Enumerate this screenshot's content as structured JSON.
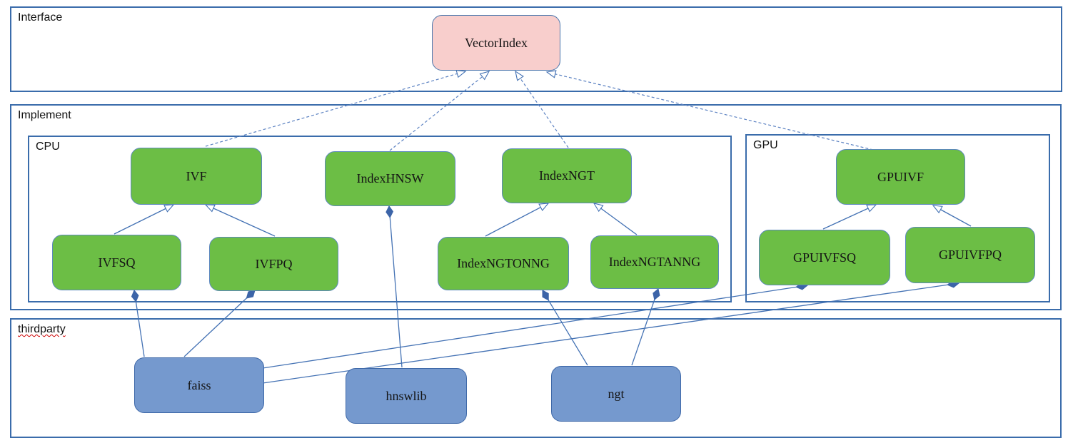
{
  "diagram": {
    "containers": {
      "interface": {
        "label": "Interface"
      },
      "implement": {
        "label": "Implement"
      },
      "cpu": {
        "label": "CPU"
      },
      "gpu": {
        "label": "GPU"
      },
      "thirdparty": {
        "label": "thirdparty"
      }
    },
    "nodes": {
      "vector_index": {
        "label": "VectorIndex"
      },
      "ivf": {
        "label": "IVF"
      },
      "index_hnsw": {
        "label": "IndexHNSW"
      },
      "index_ngt": {
        "label": "IndexNGT"
      },
      "gpuivf": {
        "label": "GPUIVF"
      },
      "ivfsq": {
        "label": "IVFSQ"
      },
      "ivfpq": {
        "label": "IVFPQ"
      },
      "index_ngtonng": {
        "label": "IndexNGTONNG"
      },
      "index_ngtanng": {
        "label": "IndexNGTANNG"
      },
      "gpuivfsq": {
        "label": "GPUIVFSQ"
      },
      "gpuivfpq": {
        "label": "GPUIVFPQ"
      },
      "faiss": {
        "label": "faiss"
      },
      "hnswlib": {
        "label": "hnswlib"
      },
      "ngt": {
        "label": "ngt"
      }
    },
    "edges": {
      "realization": [
        {
          "from": "IVF",
          "to": "VectorIndex",
          "style": "dashed-hollow-arrow"
        },
        {
          "from": "IndexHNSW",
          "to": "VectorIndex",
          "style": "dashed-hollow-arrow"
        },
        {
          "from": "IndexNGT",
          "to": "VectorIndex",
          "style": "dashed-hollow-arrow"
        },
        {
          "from": "GPUIVF",
          "to": "VectorIndex",
          "style": "dashed-hollow-arrow"
        }
      ],
      "generalization": [
        {
          "from": "IVFSQ",
          "to": "IVF",
          "style": "solid-hollow-arrow"
        },
        {
          "from": "IVFPQ",
          "to": "IVF",
          "style": "solid-hollow-arrow"
        },
        {
          "from": "IndexNGTONNG",
          "to": "IndexNGT",
          "style": "solid-hollow-arrow"
        },
        {
          "from": "IndexNGTANNG",
          "to": "IndexNGT",
          "style": "solid-hollow-arrow"
        },
        {
          "from": "GPUIVFSQ",
          "to": "GPUIVF",
          "style": "solid-hollow-arrow"
        },
        {
          "from": "GPUIVFPQ",
          "to": "GPUIVF",
          "style": "solid-hollow-arrow"
        }
      ],
      "composition": [
        {
          "from": "faiss",
          "to": "IVFSQ",
          "style": "solid-filled-diamond"
        },
        {
          "from": "faiss",
          "to": "IVFPQ",
          "style": "solid-filled-diamond"
        },
        {
          "from": "faiss",
          "to": "GPUIVFSQ",
          "style": "solid-filled-diamond"
        },
        {
          "from": "faiss",
          "to": "GPUIVFPQ",
          "style": "solid-filled-diamond"
        },
        {
          "from": "hnswlib",
          "to": "IndexHNSW",
          "style": "solid-filled-diamond"
        },
        {
          "from": "ngt",
          "to": "IndexNGTONNG",
          "style": "solid-filled-diamond"
        },
        {
          "from": "ngt",
          "to": "IndexNGTANNG",
          "style": "solid-filled-diamond"
        }
      ]
    },
    "colors": {
      "container_border": "#3a6cab",
      "green_fill": "#6cbe45",
      "pink_fill": "#f8cecc",
      "blue_fill": "#7599ce",
      "connector": "#4472b4",
      "dashed_connector": "#5c82c2",
      "diamond_fill": "#3c64a8",
      "squiggle": "#cc0000"
    }
  }
}
